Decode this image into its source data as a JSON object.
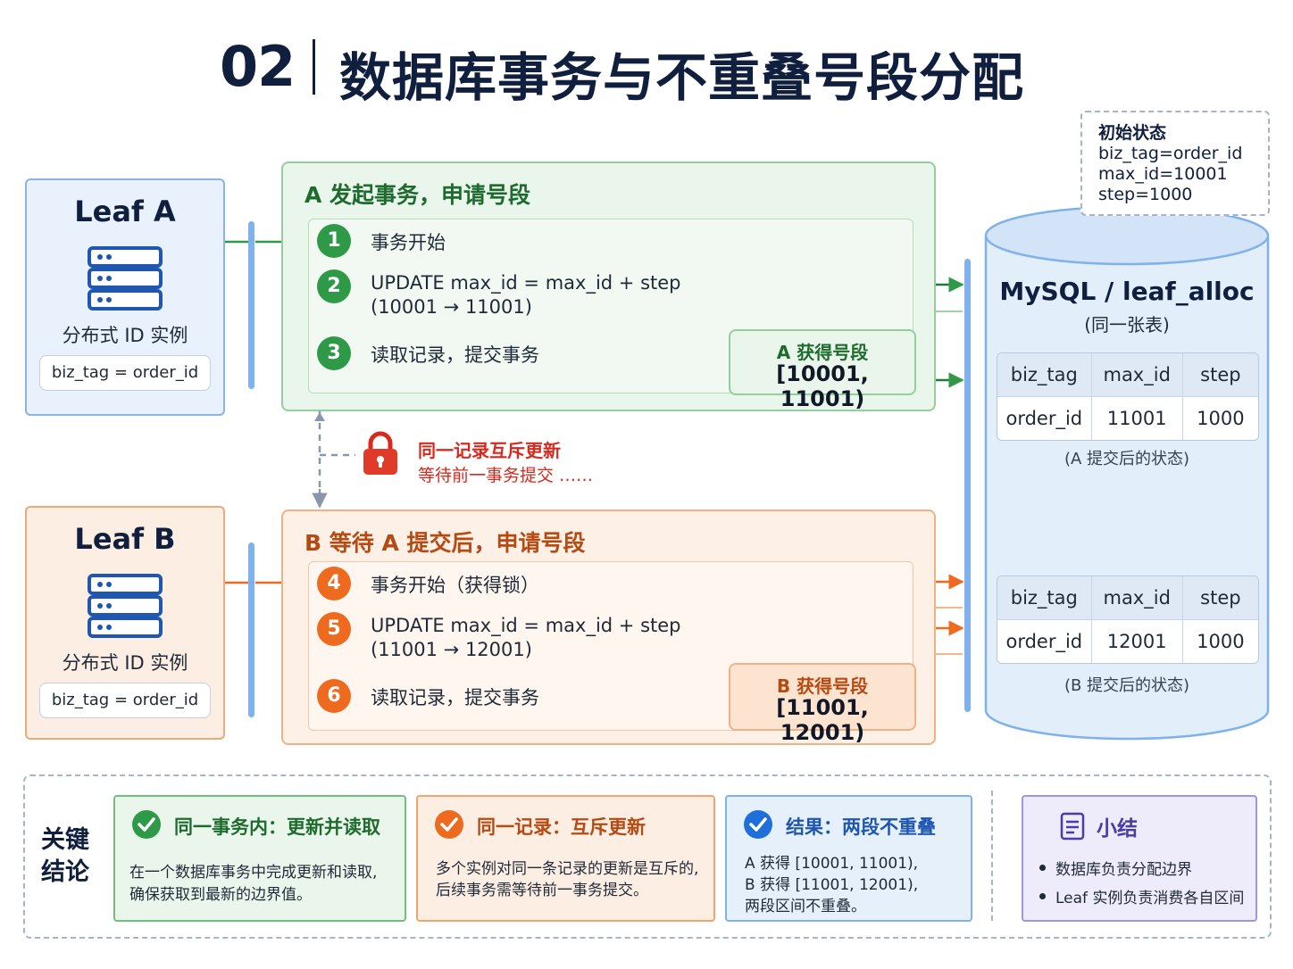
{
  "title": {
    "number": "02",
    "text": "数据库事务与不重叠号段分配"
  },
  "leaf_a": {
    "name": "Leaf A",
    "label": "分布式 ID 实例",
    "tag": "biz_tag = order_id"
  },
  "leaf_b": {
    "name": "Leaf B",
    "label": "分布式 ID 实例",
    "tag": "biz_tag = order_id"
  },
  "panel_a": {
    "title": "A 发起事务，申请号段",
    "steps": [
      {
        "num": "1",
        "text": "事务开始"
      },
      {
        "num": "2",
        "text": "UPDATE max_id = max_id + step",
        "sub": "(10001 → 11001)"
      },
      {
        "num": "3",
        "text": "读取记录，提交事务"
      }
    ],
    "result_title": "A 获得号段",
    "result_range": "[10001, 11001)"
  },
  "panel_b": {
    "title": "B 等待 A 提交后，申请号段",
    "steps": [
      {
        "num": "4",
        "text": "事务开始（获得锁）"
      },
      {
        "num": "5",
        "text": "UPDATE max_id = max_id + step",
        "sub": "(11001 → 12001)"
      },
      {
        "num": "6",
        "text": "读取记录，提交事务"
      }
    ],
    "result_title": "B 获得号段",
    "result_range": "[11001, 12001)"
  },
  "lock": {
    "title": "同一记录互斥更新",
    "subtitle": "等待前一事务提交 ……"
  },
  "initial_state": {
    "title": "初始状态",
    "lines": [
      "biz_tag=order_id",
      "max_id=10001",
      "step=1000"
    ]
  },
  "database": {
    "title": "MySQL / leaf_alloc",
    "subtitle": "(同一张表)",
    "columns": [
      "biz_tag",
      "max_id",
      "step"
    ],
    "table_a": {
      "row": [
        "order_id",
        "11001",
        "1000"
      ],
      "caption": "(A 提交后的状态)"
    },
    "table_b": {
      "row": [
        "order_id",
        "12001",
        "1000"
      ],
      "caption": "(B 提交后的状态)"
    }
  },
  "conclusion": {
    "label_line1": "关键",
    "label_line2": "结论",
    "cards": [
      {
        "title": "同一事务内：更新并读取",
        "lines": [
          "在一个数据库事务中完成更新和读取,",
          "确保获取到最新的边界值。"
        ]
      },
      {
        "title": "同一记录：互斥更新",
        "lines": [
          "多个实例对同一条记录的更新是互斥的,",
          "后续事务需等待前一事务提交。"
        ]
      },
      {
        "title": "结果：两段不重叠",
        "lines": [
          "A 获得 [10001, 11001),",
          "B 获得 [11001, 12001),",
          "两段区间不重叠。"
        ]
      },
      {
        "title": "小结",
        "lines": [
          "数据库负责分配边界",
          "Leaf 实例负责消费各自区间"
        ]
      }
    ]
  },
  "colors": {
    "green": "#2e9a48",
    "orange": "#ee6a1f",
    "blue": "#7fb1ec",
    "red": "#d9281d",
    "navy": "#0f1f3d"
  }
}
